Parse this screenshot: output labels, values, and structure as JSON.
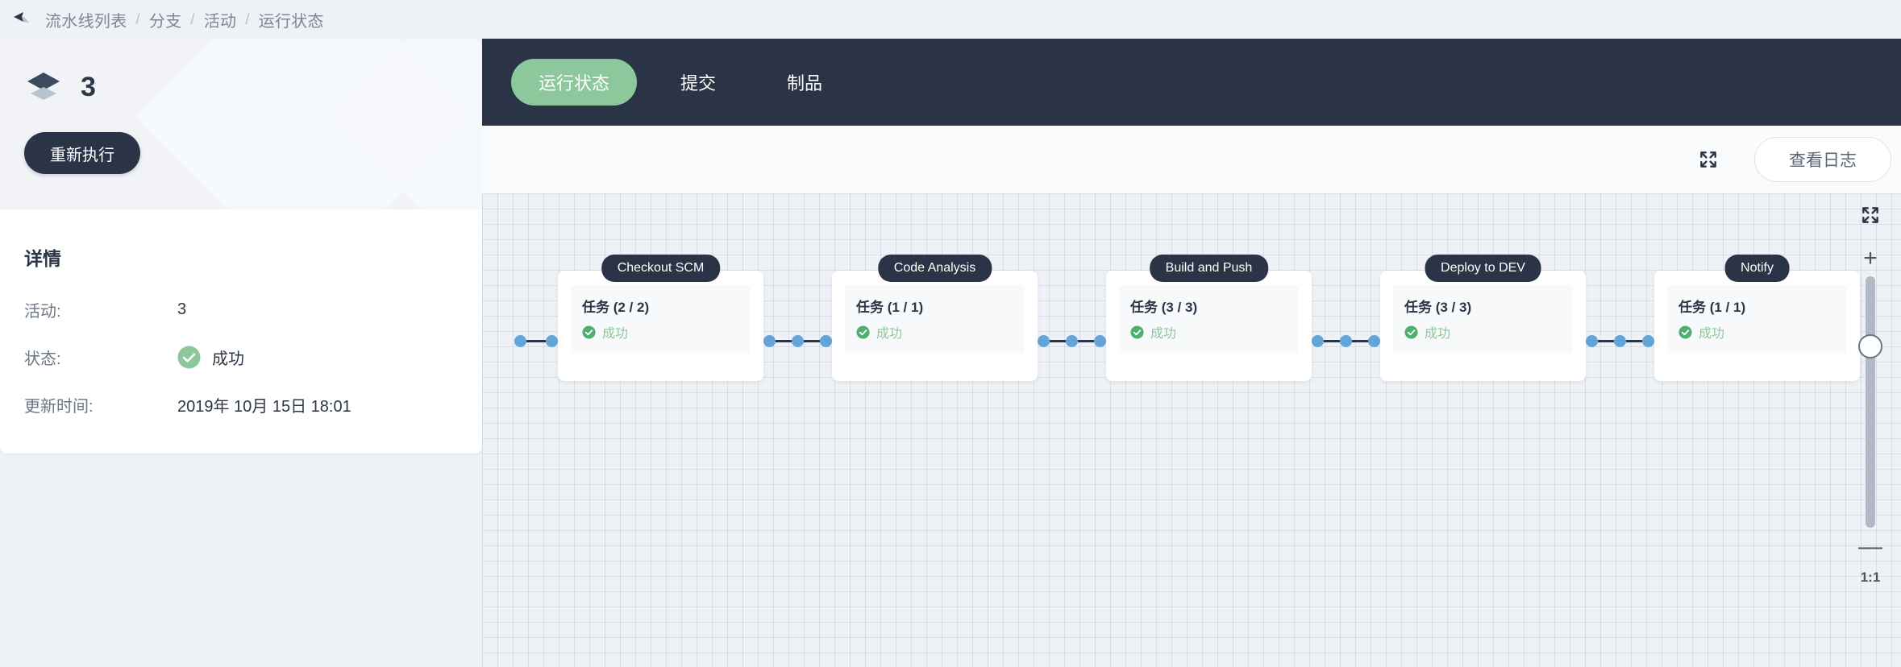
{
  "breadcrumb": {
    "back_icon": "back-arrow-icon",
    "items": [
      "流水线列表",
      "分支",
      "活动",
      "运行状态"
    ],
    "separator": "/"
  },
  "sidebar": {
    "header": {
      "icon": "layers-icon",
      "run_number": "3",
      "rerun_label": "重新执行"
    },
    "details": {
      "title": "详情",
      "rows": [
        {
          "label": "活动:",
          "value": "3",
          "icon": ""
        },
        {
          "label": "状态:",
          "value": "成功",
          "icon": "success-check-icon"
        },
        {
          "label": "更新时间:",
          "value": "2019年 10月 15日 18:01",
          "icon": ""
        }
      ]
    }
  },
  "main": {
    "tabs": [
      {
        "label": "运行状态",
        "active": true
      },
      {
        "label": "提交",
        "active": false
      },
      {
        "label": "制品",
        "active": false
      }
    ],
    "toolbar": {
      "expand_icon": "expand-icon",
      "log_label": "查看日志"
    },
    "zoom_controls": {
      "expand_icon": "expand-icon",
      "plus_label": "+",
      "minus_label": "—",
      "ratio_label": "1:1"
    },
    "graph": {
      "status_color": "#8cc89b",
      "node_color": "#64a4d8",
      "stages": [
        {
          "name": "Checkout SCM",
          "job_title": "任务 (2 / 2)",
          "status": "成功",
          "lead_dots": 2
        },
        {
          "name": "Code Analysis",
          "job_title": "任务 (1 / 1)",
          "status": "成功",
          "lead_dots": 3
        },
        {
          "name": "Build and Push",
          "job_title": "任务 (3 / 3)",
          "status": "成功",
          "lead_dots": 3
        },
        {
          "name": "Deploy to DEV",
          "job_title": "任务 (3 / 3)",
          "status": "成功",
          "lead_dots": 3
        },
        {
          "name": "Notify",
          "job_title": "任务 (1 / 1)",
          "status": "成功",
          "lead_dots": 3
        }
      ]
    }
  }
}
